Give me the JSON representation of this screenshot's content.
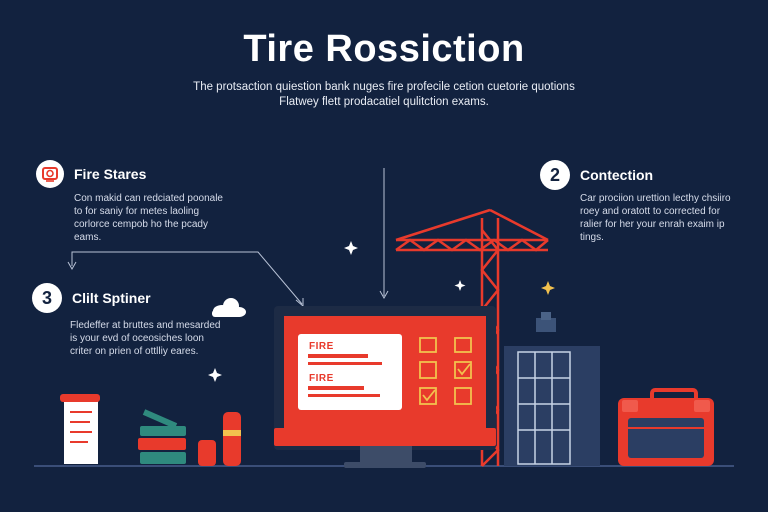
{
  "header": {
    "title": "Tire Rossiction",
    "subtitle": "The protsaction quiestion bank nuges fire profecile cetion cuetorie quotions Flatwey flett prodacatiel qulitction exams."
  },
  "features": [
    {
      "badge": "",
      "icon": "certificate-icon",
      "heading": "Fire Stares",
      "body": "Con makid can redciated poonale to for saniy for metes laoling corlorce cempob ho the pcady eams."
    },
    {
      "badge": "2",
      "heading": "Contection",
      "body": "Car prociion urettion lecthy chsiiro roey and oratott to corrected for ralier for her your enrah exaim ip tings."
    },
    {
      "badge": "3",
      "heading": "Clilt Sptiner",
      "body": "Fledeffer at bruttes and mesarded is your evd of oceosiches loon criter on prien of ottlliy eares."
    }
  ],
  "screen": {
    "label_1": "FIRE",
    "label_2": "FIRE"
  },
  "colors": {
    "background": "#12223f",
    "accent_red": "#e83a2c",
    "building_blue": "#2b3e63",
    "monitor_dark": "#1d2b45",
    "badge_white": "#ffffff"
  }
}
